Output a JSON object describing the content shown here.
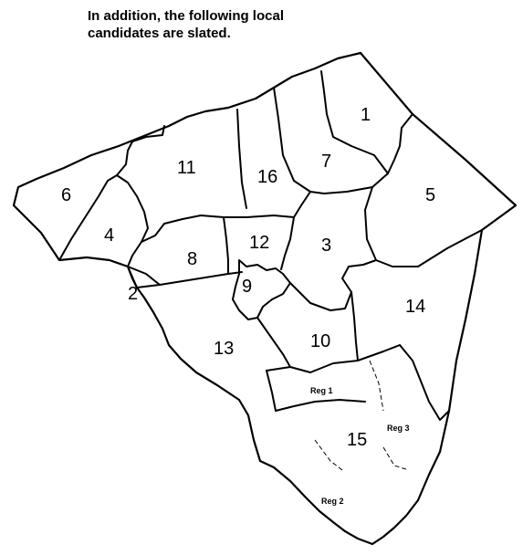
{
  "caption": {
    "line1": "In addition, the following local",
    "line2": "candidates are slated."
  },
  "districts": [
    {
      "id": "district-1",
      "label": "1"
    },
    {
      "id": "district-2",
      "label": "2"
    },
    {
      "id": "district-3",
      "label": "3"
    },
    {
      "id": "district-4",
      "label": "4"
    },
    {
      "id": "district-5",
      "label": "5"
    },
    {
      "id": "district-6",
      "label": "6"
    },
    {
      "id": "district-7",
      "label": "7"
    },
    {
      "id": "district-8",
      "label": "8"
    },
    {
      "id": "district-9",
      "label": "9"
    },
    {
      "id": "district-10",
      "label": "10"
    },
    {
      "id": "district-11",
      "label": "11"
    },
    {
      "id": "district-12",
      "label": "12"
    },
    {
      "id": "district-13",
      "label": "13"
    },
    {
      "id": "district-14",
      "label": "14"
    },
    {
      "id": "district-15",
      "label": "15"
    },
    {
      "id": "district-16",
      "label": "16"
    }
  ],
  "subregions": [
    {
      "label": "Reg 1"
    },
    {
      "label": "Reg 2"
    },
    {
      "label": "Reg 3"
    }
  ]
}
